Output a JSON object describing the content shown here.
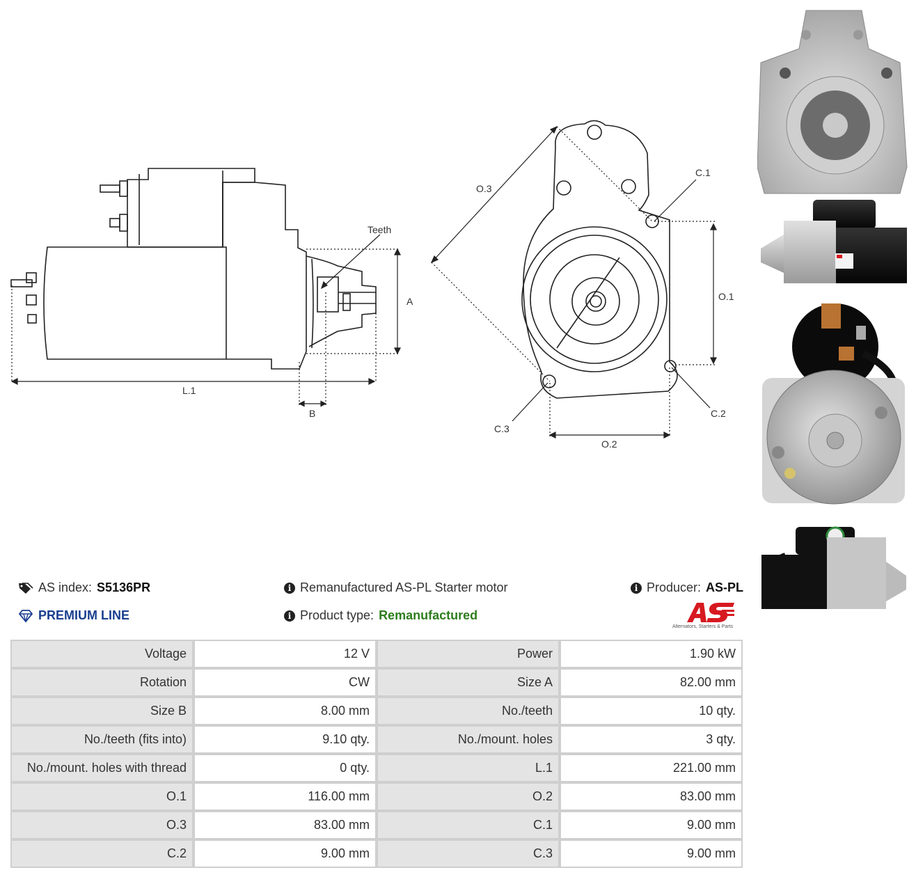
{
  "drawing_labels": {
    "teeth": "Teeth",
    "a": "A",
    "l1": "L.1",
    "b": "B",
    "o3": "O.3",
    "c1": "C.1",
    "o1": "O.1",
    "c2": "C.2",
    "c3": "C.3",
    "o2": "O.2"
  },
  "info": {
    "as_index_label": "AS index:",
    "as_index_value": "S5136PR",
    "line_label": "PREMIUM LINE",
    "description": "Remanufactured AS-PL Starter motor",
    "product_type_label": "Product type:",
    "product_type_value": "Remanufactured",
    "producer_label": "Producer:",
    "producer_value": "AS-PL",
    "logo_tagline": "Alternators, Starters & Parts"
  },
  "icons": {
    "tag": "tag-icon",
    "diamond": "diamond-icon",
    "info": "info-icon"
  },
  "colors": {
    "premium_blue": "#1a3f8f",
    "type_green": "#2e7d1e",
    "logo_red": "#d71920",
    "label_bg": "#e4e4e4"
  },
  "specs": [
    [
      "Voltage",
      "12 V",
      "Power",
      "1.90 kW"
    ],
    [
      "Rotation",
      "CW",
      "Size A",
      "82.00 mm"
    ],
    [
      "Size B",
      "8.00 mm",
      "No./teeth",
      "10 qty."
    ],
    [
      "No./teeth (fits into)",
      "9.10 qty.",
      "No./mount. holes",
      "3 qty."
    ],
    [
      "No./mount. holes with thread",
      "0 qty.",
      "L.1",
      "221.00 mm"
    ],
    [
      "O.1",
      "116.00 mm",
      "O.2",
      "83.00 mm"
    ],
    [
      "O.3",
      "83.00 mm",
      "C.1",
      "9.00 mm"
    ],
    [
      "C.2",
      "9.00 mm",
      "C.3",
      "9.00 mm"
    ]
  ]
}
